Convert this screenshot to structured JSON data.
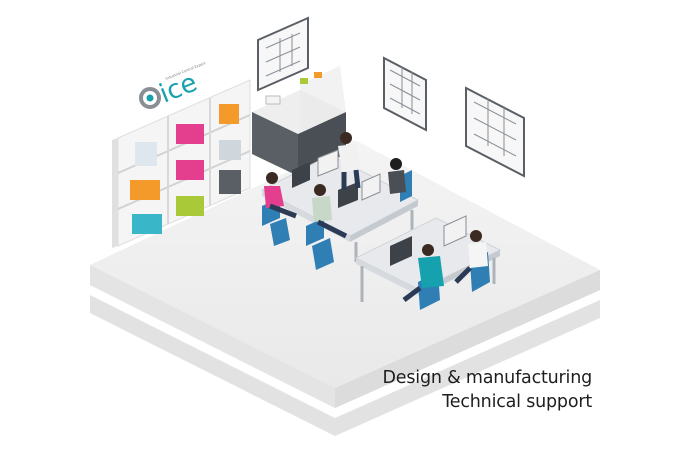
{
  "logo": {
    "text": "ice",
    "tagline": "Industrial Control Expert"
  },
  "caption": {
    "line1": "Design & manufacturing",
    "line2": "Technical support"
  },
  "colors": {
    "platform": "#ebebeb",
    "platform_shadow": "#d9d9d9",
    "shelf": "#f2f2f2",
    "cabinet": "#5a5f66",
    "desk": "#e7e9ec",
    "chair": "#2f7fb5",
    "accent_teal": "#15a1ad",
    "binder_pink": "#e33f8e",
    "binder_green": "#a9c938",
    "binder_orange": "#f49a2a",
    "binder_cyan": "#3ab6c9"
  },
  "icons": [
    "ice-logo-icon",
    "schematic-poster-icon",
    "computer-monitor-icon",
    "office-chair-icon",
    "person-icon"
  ]
}
